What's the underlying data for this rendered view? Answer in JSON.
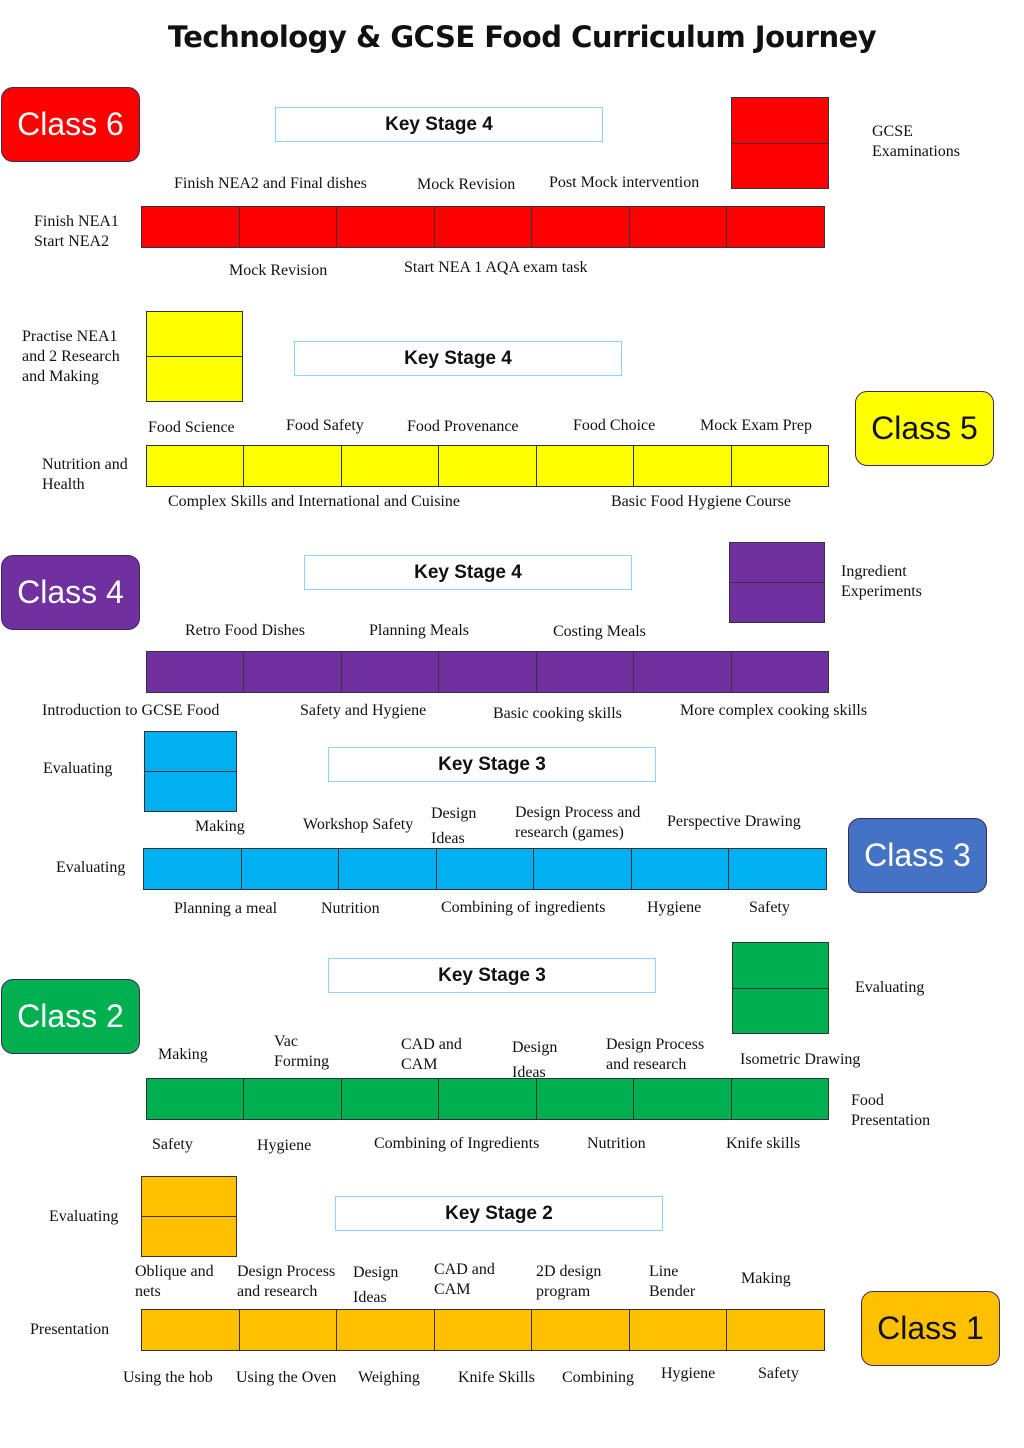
{
  "title": "Technology & GCSE Food Curriculum Journey",
  "colors": {
    "class6": "#ff0000",
    "class5": "#ffff00",
    "class4": "#7030a0",
    "class3": "#00b0f0",
    "class2": "#00b050",
    "class1": "#ffc000",
    "class3_badge": "#4472c4"
  },
  "class6": {
    "badge": "Class 6",
    "key_stage": "Key Stage 4",
    "side_note": "GCSE\nExaminations",
    "left_label": "Finish NEA1\nStart NEA2",
    "top": [
      "Finish NEA2 and Final dishes",
      "Mock Revision",
      "Post Mock intervention"
    ],
    "bottom": [
      "Mock Revision",
      "Start NEA 1 AQA exam task"
    ]
  },
  "class5": {
    "badge": "Class 5",
    "key_stage": "Key Stage 4",
    "side_note": "Practise NEA1\nand 2 Research\nand Making",
    "left_label": "Nutrition and\nHealth",
    "top": [
      "Food Science",
      "Food Safety",
      "Food Provenance",
      "Food Choice",
      "Mock Exam Prep"
    ],
    "bottom": [
      "Complex Skills and International and Cuisine",
      "Basic Food Hygiene Course"
    ]
  },
  "class4": {
    "badge": "Class 4",
    "key_stage": "Key Stage 4",
    "side_note": "Ingredient\nExperiments",
    "top": [
      "Retro Food Dishes",
      "Planning Meals",
      "Costing Meals"
    ],
    "bottom": [
      "Introduction to GCSE Food",
      "Safety and Hygiene",
      "Basic cooking skills",
      "More complex cooking skills"
    ]
  },
  "class3": {
    "badge": "Class 3",
    "key_stage": "Key Stage 3",
    "side_note": "Evaluating",
    "left_label": "Evaluating",
    "top": [
      "Making",
      "Workshop Safety",
      "Design\nIdeas",
      "Design Process and\nresearch (games)",
      "Perspective Drawing"
    ],
    "bottom": [
      "Planning a meal",
      "Nutrition",
      "Combining of ingredients",
      "Hygiene",
      "Safety"
    ]
  },
  "class2": {
    "badge": "Class 2",
    "key_stage": "Key Stage 3",
    "side_note": "Evaluating",
    "right_label": "Food\nPresentation",
    "top": [
      "Making",
      "Vac\nForming",
      "CAD and\nCAM",
      "Design\nIdeas",
      "Design Process\nand research",
      "Isometric Drawing"
    ],
    "bottom": [
      "Safety",
      "Hygiene",
      "Combining of Ingredients",
      "Nutrition",
      "Knife skills"
    ]
  },
  "class1": {
    "badge": "Class 1",
    "key_stage": "Key Stage 2",
    "side_note": "Evaluating",
    "left_label": "Presentation",
    "top": [
      "Oblique and\nnets",
      "Design Process\nand research",
      "Design\nIdeas",
      "CAD and\nCAM",
      "2D design\nprogram",
      "Line\nBender",
      "Making"
    ],
    "bottom": [
      "Using the hob",
      "Using the Oven",
      "Weighing",
      "Knife Skills",
      "Combining",
      "Hygiene",
      "Safety"
    ]
  }
}
